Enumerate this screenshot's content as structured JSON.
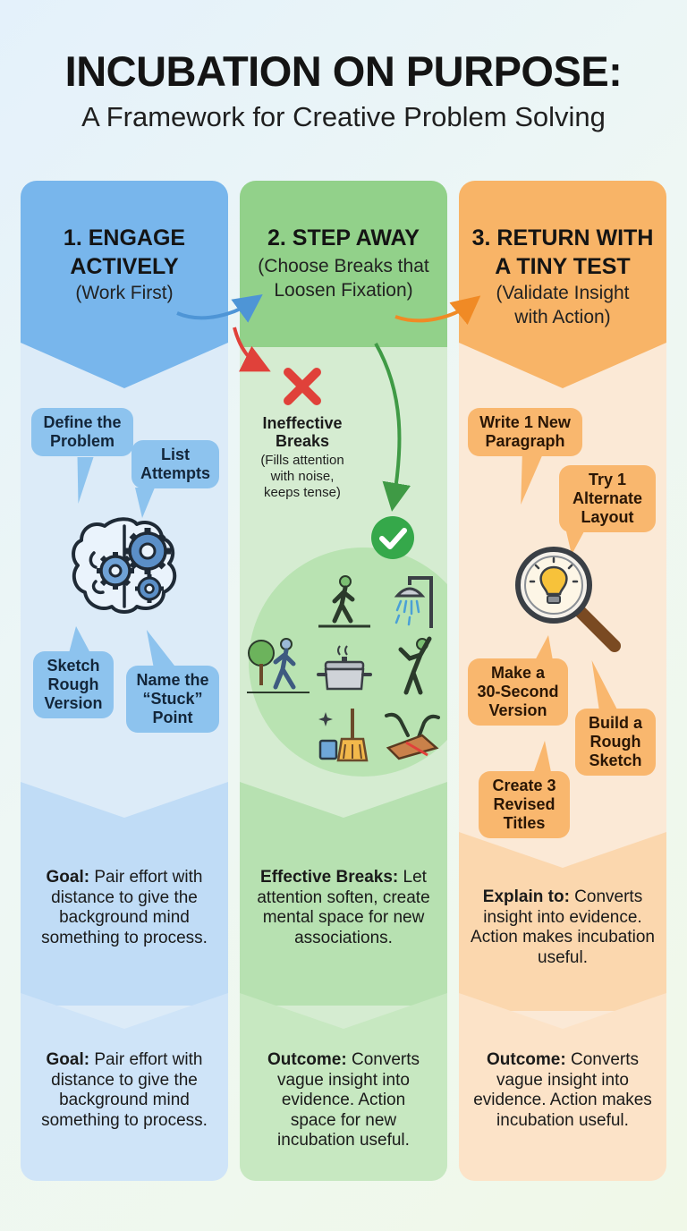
{
  "header": {
    "title": "INCUBATION ON PURPOSE:",
    "subtitle": "A Framework for Creative Problem Solving"
  },
  "columns": [
    {
      "title_line1": "1. ENGAGE",
      "title_line2": "ACTIVELY",
      "subtitle": "(Work First)",
      "color": "#78b6ec",
      "bubbles": [
        {
          "line1": "Define the",
          "line2": "Problem"
        },
        {
          "line1": "List",
          "line2": "Attempts"
        },
        {
          "line1": "Sketch",
          "line2": "Rough",
          "line3": "Version"
        },
        {
          "line1": "Name the",
          "line2": "“Stuck”",
          "line3": "Point"
        }
      ],
      "icon": "brain-gears-icon",
      "goal": {
        "label": "Goal:",
        "text": " Pair effort with distance to give the background mind something to process."
      },
      "outcome": {
        "label": "Goal:",
        "text": " Pair effort with distance to give the background mind something to process."
      }
    },
    {
      "title_line1": "2. STEP AWAY",
      "subtitle_line1": "(Choose Breaks that",
      "subtitle_line2": "Loosen Fixation)",
      "color": "#92d18a",
      "ineffective": {
        "title_line1": "Ineffective",
        "title_line2": "Breaks",
        "desc_line1": "(Fills attention",
        "desc_line2": "with noise,",
        "desc_line3": "keeps tense)"
      },
      "activities": [
        "walking-icon",
        "shower-icon",
        "nature-walk-icon",
        "cooking-pot-icon",
        "stretching-icon",
        "cleaning-icon",
        "crafting-icon"
      ],
      "goal": {
        "label": "Effective Breaks:",
        "text": " Let attention soften, create mental space for new associations."
      },
      "outcome": {
        "label": "Outcome:",
        "text": " Converts vague insight into evidence. Action space for new incubation useful."
      }
    },
    {
      "title_line1": "3. RETURN WITH",
      "title_line2": "A TINY TEST",
      "subtitle_line1": "(Validate Insight",
      "subtitle_line2": "with Action)",
      "color": "#f8b467",
      "bubbles": [
        {
          "line1": "Write 1 New",
          "line2": "Paragraph"
        },
        {
          "line1": "Try 1",
          "line2": "Alternate",
          "line3": "Layout"
        },
        {
          "line1": "Make a",
          "line2": "30-Second",
          "line3": "Version"
        },
        {
          "line1": "Build a",
          "line2": "Rough",
          "line3": "Sketch"
        },
        {
          "line1": "Create 3",
          "line2": "Revised",
          "line3": "Titles"
        }
      ],
      "icon": "magnifier-lightbulb-icon",
      "goal": {
        "label": "Explain to:",
        "text": " Converts insight into evidence. Action makes incubation useful."
      },
      "outcome": {
        "label": "Outcome:",
        "text": " Converts vague insight into evidence. Action makes incubation useful."
      }
    }
  ]
}
